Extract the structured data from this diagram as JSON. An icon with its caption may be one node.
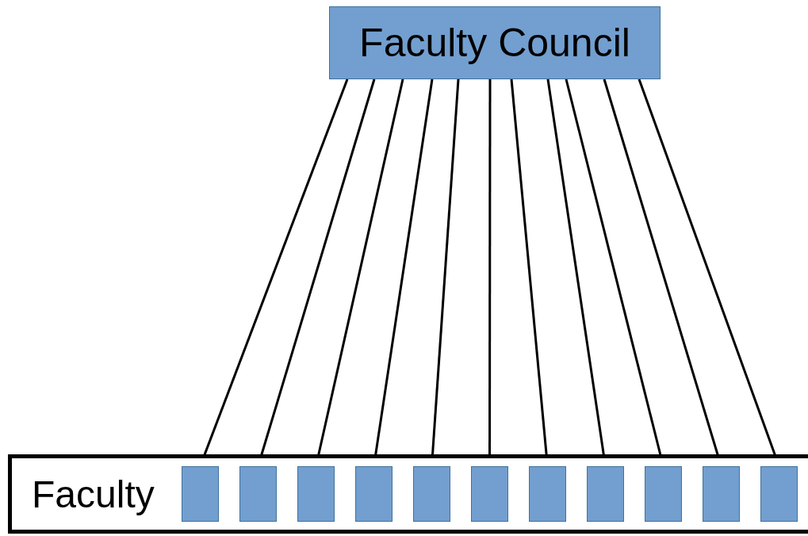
{
  "diagram": {
    "nodes": [
      {
        "text": [
          "Faculty Council"
        ]
      },
      {
        "text": [
          "Faculty"
        ]
      },
      {
        "text": [],
        "shape": "box",
        "in": 1
      },
      {
        "text": [],
        "shape": "box",
        "in": 1
      },
      {
        "text": [],
        "shape": "box",
        "in": 1
      },
      {
        "text": [],
        "shape": "box",
        "in": 1
      },
      {
        "text": [],
        "shape": "box",
        "in": 1
      },
      {
        "text": [],
        "shape": "box",
        "in": 1
      },
      {
        "text": [],
        "shape": "box",
        "in": 1
      },
      {
        "text": [],
        "shape": "box",
        "in": 1
      },
      {
        "text": [],
        "shape": "box",
        "in": 1
      },
      {
        "text": [],
        "shape": "box",
        "in": 1
      },
      {
        "text": [],
        "shape": "box",
        "in": 1
      }
    ],
    "edges": [
      {
        "from": 0,
        "to": 2,
        "arrow": "none"
      },
      {
        "from": 0,
        "to": 3,
        "arrow": "none"
      },
      {
        "from": 0,
        "to": 4,
        "arrow": "none"
      },
      {
        "from": 0,
        "to": 5,
        "arrow": "none"
      },
      {
        "from": 0,
        "to": 6,
        "arrow": "none"
      },
      {
        "from": 0,
        "to": 7,
        "arrow": "none"
      },
      {
        "from": 0,
        "to": 8,
        "arrow": "none"
      },
      {
        "from": 0,
        "to": 9,
        "arrow": "none"
      },
      {
        "from": 0,
        "to": 10,
        "arrow": "none"
      },
      {
        "from": 0,
        "to": 11,
        "arrow": "none"
      },
      {
        "from": 0,
        "to": 12,
        "arrow": "none"
      }
    ]
  }
}
